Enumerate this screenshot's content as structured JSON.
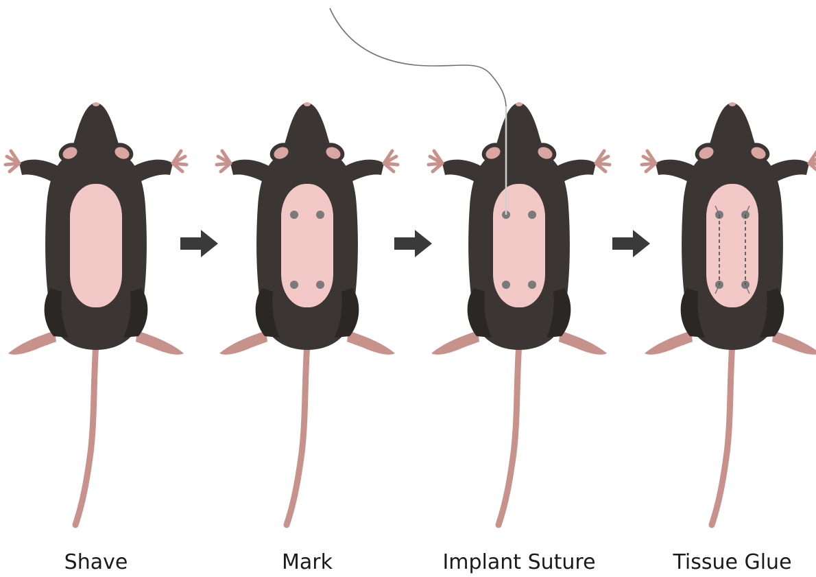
{
  "diagram": {
    "steps": [
      {
        "label": "Shave",
        "marks": "none"
      },
      {
        "label": "Mark",
        "marks": "dots"
      },
      {
        "label": "Implant Suture",
        "marks": "dots-with-suture"
      },
      {
        "label": "Tissue Glue",
        "marks": "dots-with-dashed-lines"
      }
    ],
    "arrow_count": 3,
    "colors": {
      "fur": "#3b3633",
      "fur_shade": "#2b2725",
      "skin": "#f2c8c6",
      "tail": "#c8928c",
      "ear_inner": "#d9a6a1",
      "mark": "#7a7a7a",
      "arrow": "#3a3a3a",
      "suture": "#707070"
    }
  }
}
